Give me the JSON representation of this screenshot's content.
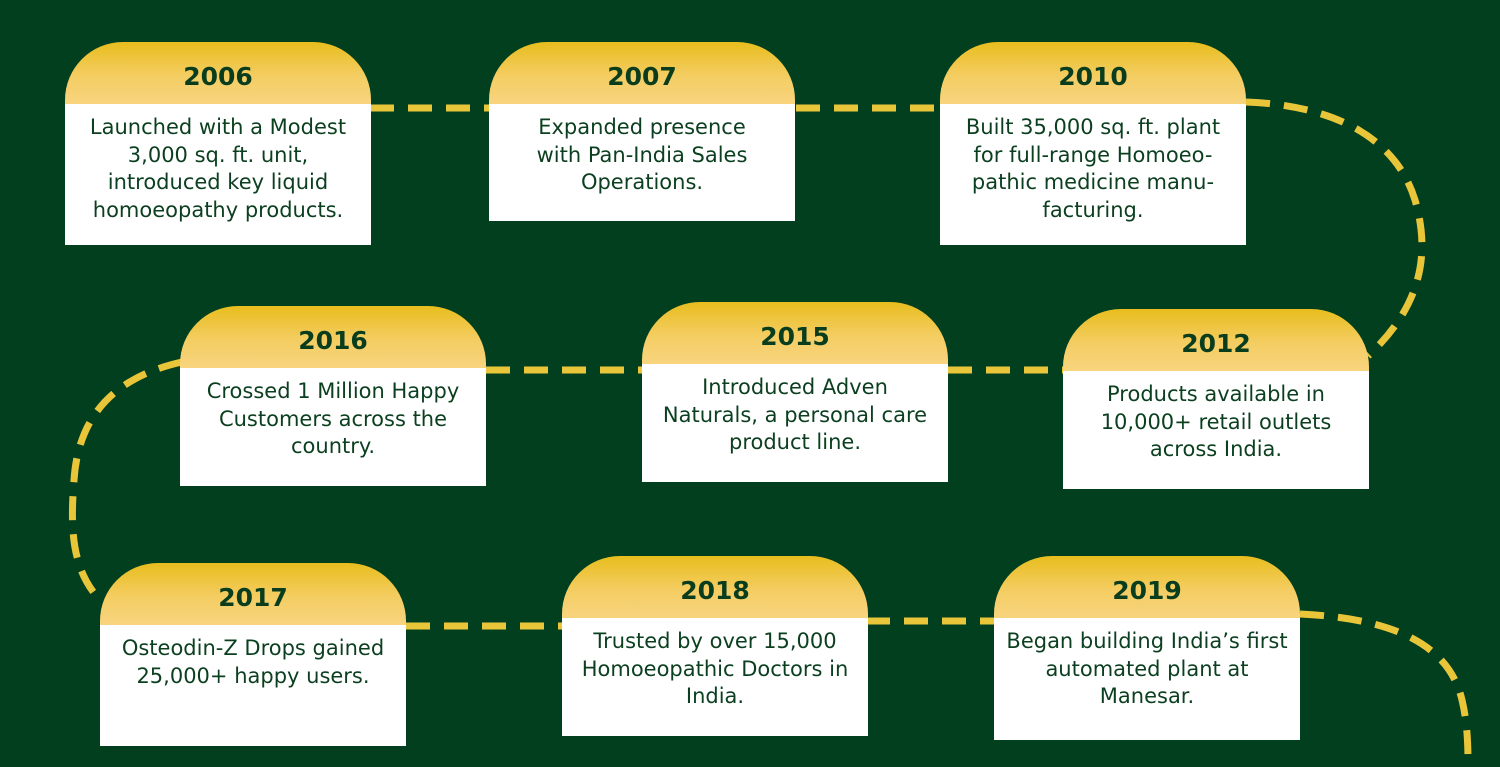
{
  "colors": {
    "background": "#023f1e",
    "tab_top": "#e8bd1e",
    "tab_bottom": "#f8d47e",
    "card_body": "#ffffff",
    "text": "#0b3f1f",
    "path": "#e9c53a"
  },
  "milestones": [
    {
      "year": "2006",
      "text": "Launched with a Modest 3,000 sq. ft. unit, introduced key liquid homoeopathy products."
    },
    {
      "year": "2007",
      "text": "Expanded presence with Pan-India Sales Operations."
    },
    {
      "year": "2010",
      "text": "Built 35,000 sq. ft. plant for full-range Homoeo-pathic medicine manu-facturing."
    },
    {
      "year": "2016",
      "text": "Crossed 1 Million Happy Customers across the country."
    },
    {
      "year": "2015",
      "text": "Introduced Adven Naturals, a personal care product line."
    },
    {
      "year": "2012",
      "text": "Products available in 10,000+ retail outlets across India."
    },
    {
      "year": "2017",
      "text": "Osteodin-Z Drops gained 25,000+ happy users."
    },
    {
      "year": "2018",
      "text": "Trusted by over 15,000 Homoeopathic Doctors in India."
    },
    {
      "year": "2019",
      "text": "Began building India’s first automated plant at Manesar."
    }
  ]
}
